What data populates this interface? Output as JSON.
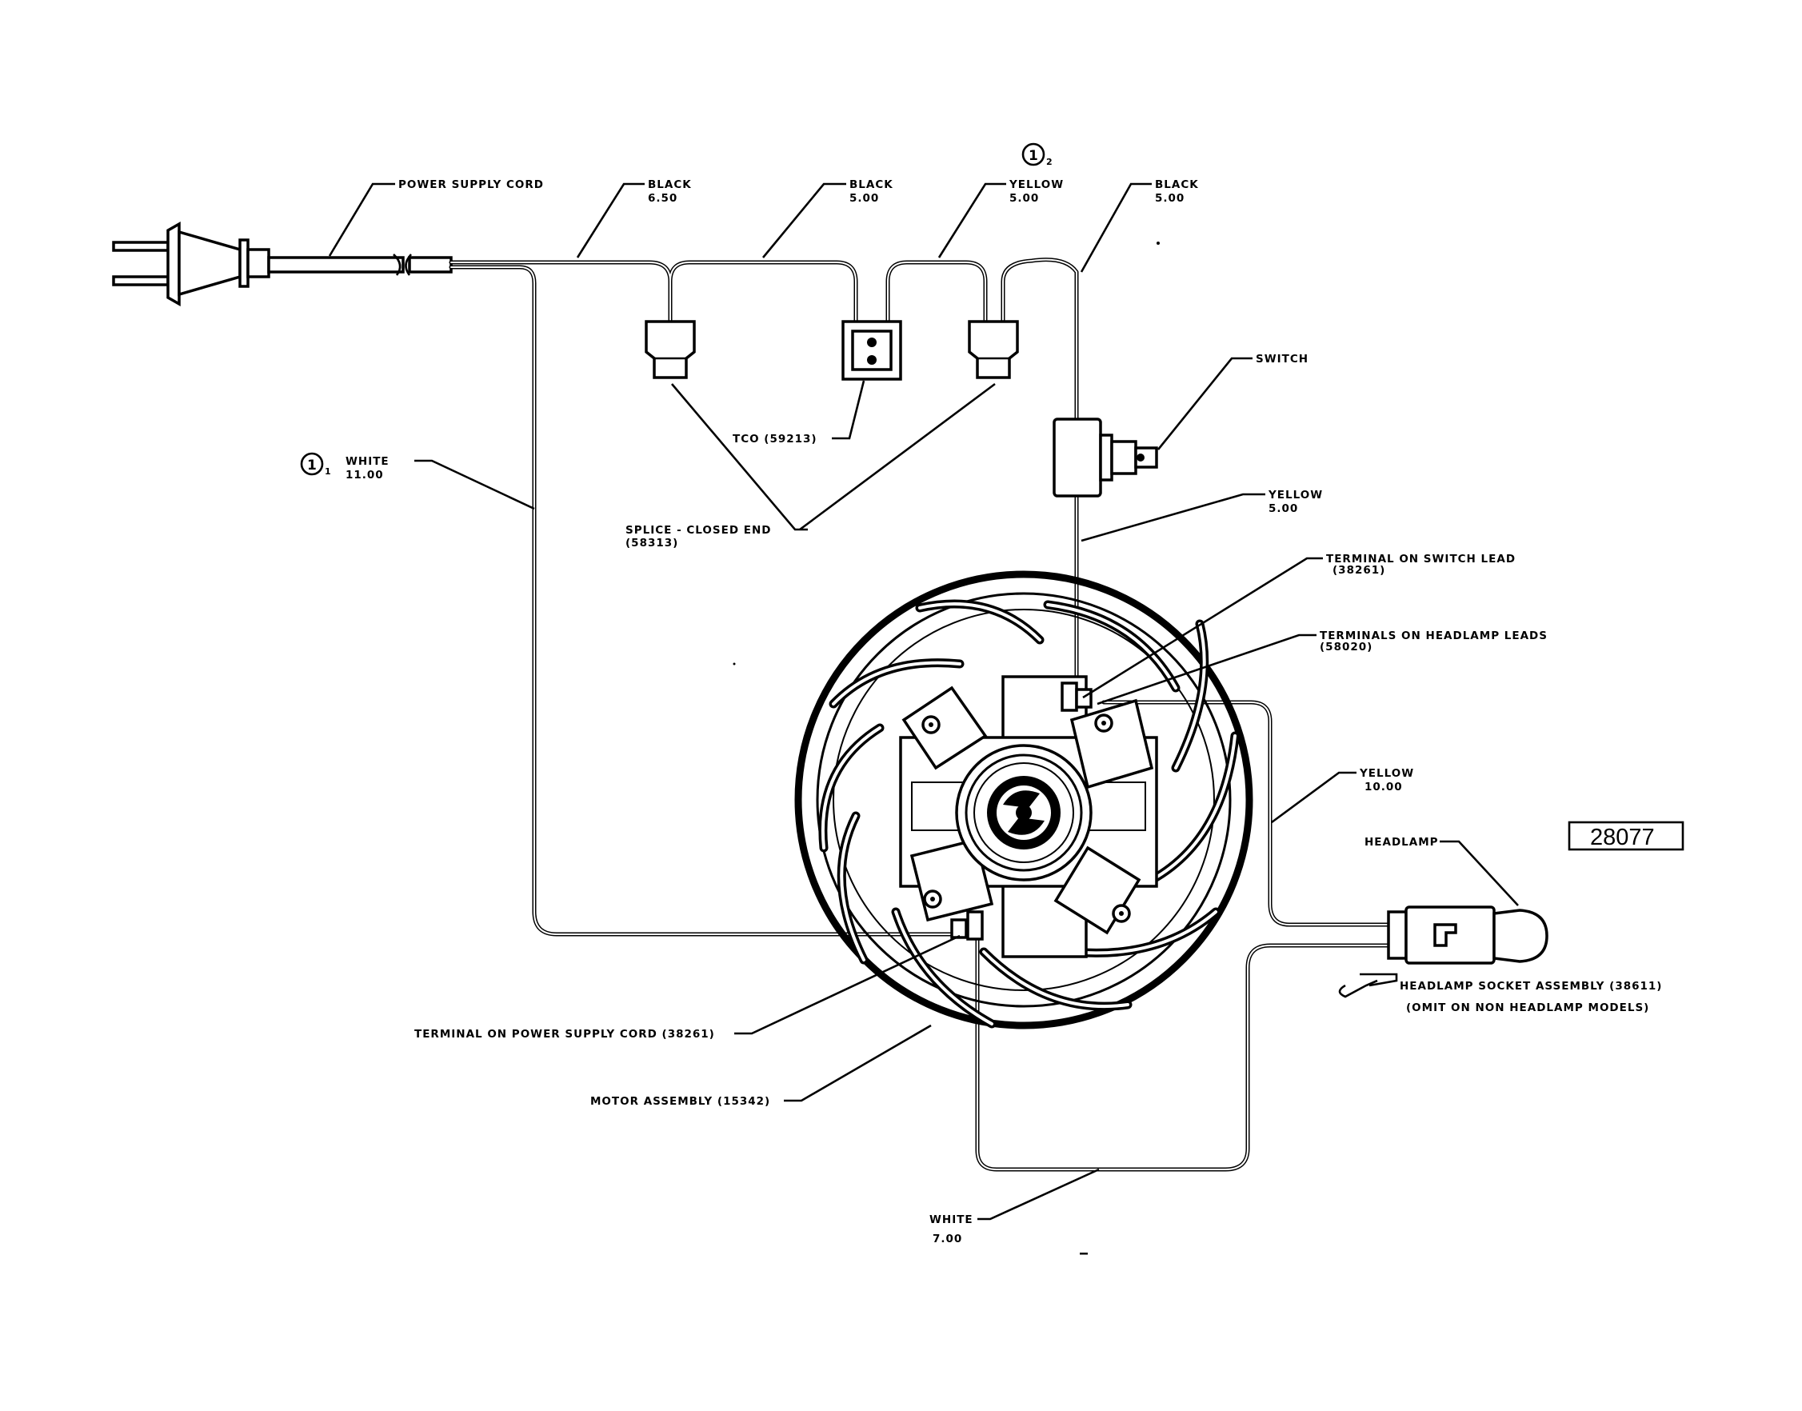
{
  "labels": {
    "power_supply_cord": "POWER SUPPLY CORD",
    "black_1": {
      "color": "BLACK",
      "length": "6.50"
    },
    "black_2": {
      "color": "BLACK",
      "length": "5.00"
    },
    "yellow_1": {
      "color": "YELLOW",
      "length": "5.00"
    },
    "black_3": {
      "color": "BLACK",
      "length": "5.00"
    },
    "note_2": {
      "number": "1",
      "sub": "2"
    },
    "switch": "SWITCH",
    "tco": "TCO (59213)",
    "note_1": {
      "number": "1",
      "sub": "1"
    },
    "white_1": {
      "color": "WHITE",
      "length": "11.00"
    },
    "splice": {
      "line1": "SPLICE - CLOSED END",
      "line2": "(58313)"
    },
    "yellow_2": {
      "color": "YELLOW",
      "length": "5.00"
    },
    "terminal_switch_lead": {
      "line1": "TERMINAL ON SWITCH LEAD",
      "line2": "(38261)"
    },
    "terminals_headlamp_leads": {
      "line1": "TERMINALS ON HEADLAMP LEADS",
      "line2": "(58020)"
    },
    "yellow_3": {
      "color": "YELLOW",
      "length": "10.00"
    },
    "headlamp": "HEADLAMP",
    "headlamp_socket": {
      "line1": "HEADLAMP SOCKET ASSEMBLY (38611)",
      "line2": "(OMIT ON NON HEADLAMP MODELS)"
    },
    "terminal_power_cord": "TERMINAL ON POWER SUPPLY CORD (38261)",
    "motor_assembly": "MOTOR ASSEMBLY (15342)",
    "white_2": {
      "color": "WHITE",
      "length": "7.00"
    }
  },
  "part_number": "28077"
}
